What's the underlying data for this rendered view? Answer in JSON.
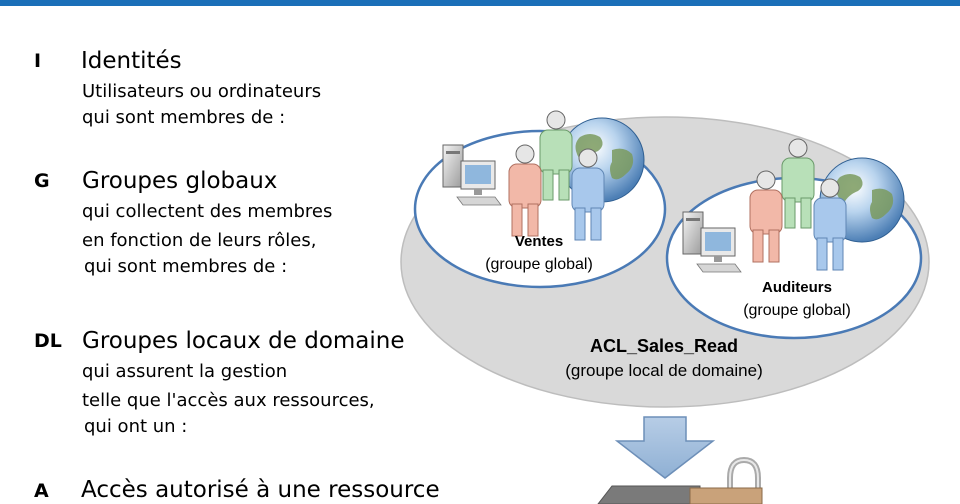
{
  "steps": [
    {
      "letter": "I",
      "title": "Identités",
      "lines": [
        "Utilisateurs ou ordinateurs",
        "qui sont membres de :"
      ]
    },
    {
      "letter": "G",
      "title": "Groupes globaux",
      "lines": [
        "qui collectent des membres",
        "en fonction de leurs rôles,",
        "qui sont membres de :"
      ]
    },
    {
      "letter": "DL",
      "title": "Groupes locaux de domaine",
      "lines": [
        "qui assurent la gestion",
        "telle que l'accès aux ressources,",
        "qui ont un :"
      ]
    },
    {
      "letter": "A",
      "title": "Accès autorisé à une ressource",
      "lines": []
    }
  ],
  "diagram": {
    "global_group_1": {
      "name": "Ventes",
      "type": "(groupe global)"
    },
    "global_group_2": {
      "name": "Auditeurs",
      "type": "(groupe global)"
    },
    "domain_local_group": {
      "name": "ACL_Sales_Read",
      "type": "(groupe local de domaine)"
    }
  },
  "colors": {
    "top_bar": "#1a6fb8",
    "outer_ellipse": "#d9d9d9",
    "inner_ellipse_border": "#4a7ab5",
    "arrow": "#9cb8d8",
    "person_red": "#f2b8a8",
    "person_green": "#b8e0b8",
    "person_blue": "#a8c8ec"
  }
}
